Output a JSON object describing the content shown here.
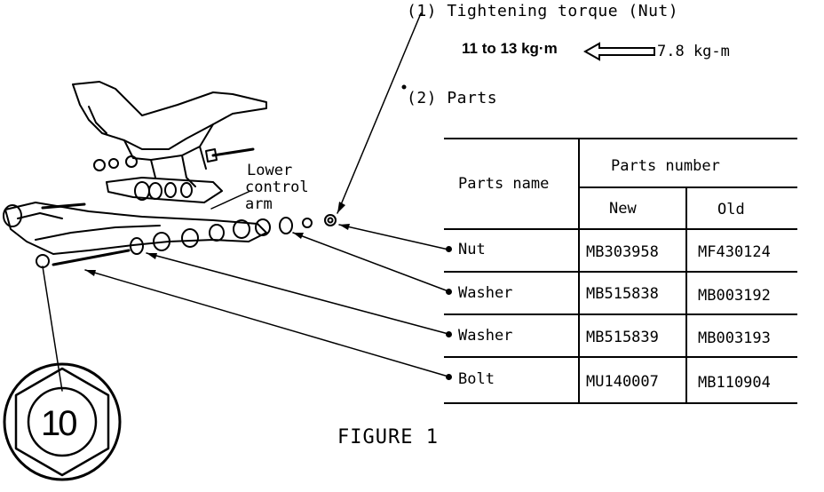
{
  "header": {
    "torque_heading": "(1)  Tightening torque (Nut)",
    "torque_new": "11 to 13 kg·m",
    "torque_old": "7.8 kg-m",
    "parts_heading": "(2)  Parts"
  },
  "diagram": {
    "callout_label": "Lower\ncontrol\narm",
    "callout_line1": "Lower",
    "callout_line2": "control",
    "callout_line3": "arm",
    "wrench_size": "10"
  },
  "table": {
    "col_parts_name": "Parts name",
    "col_parts_number": "Parts number",
    "col_new": "New",
    "col_old": "Old",
    "rows": [
      {
        "name": "Nut",
        "new": "MB303958",
        "old": "MF430124"
      },
      {
        "name": "Washer",
        "new": "MB515838",
        "old": "MB003192"
      },
      {
        "name": "Washer",
        "new": "MB515839",
        "old": "MB003193"
      },
      {
        "name": "Bolt",
        "new": "MU140007",
        "old": "MB110904"
      }
    ]
  },
  "caption": "FIGURE 1"
}
